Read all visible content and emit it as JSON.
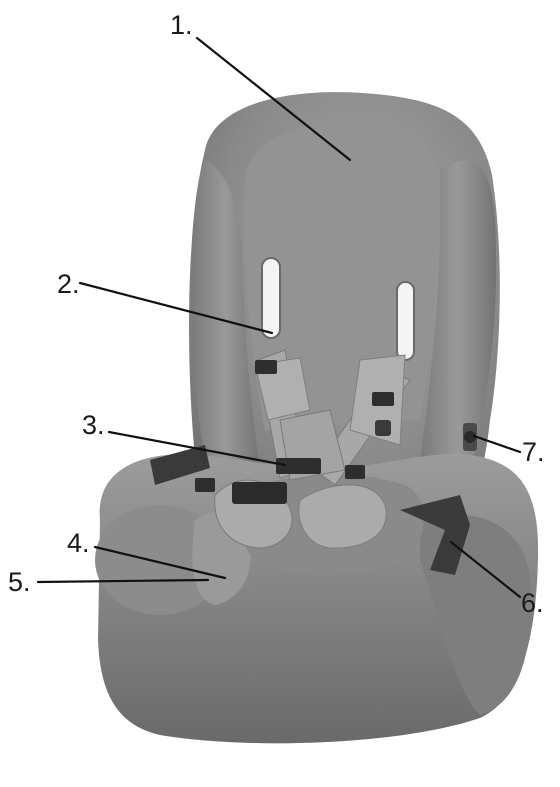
{
  "figure": {
    "subject": "seat-with-harness",
    "palette": {
      "shell": "#8e8e8e",
      "shell_dark": "#6f6f6f",
      "shell_light": "#b8b8b8",
      "harness": "#a9a9a9",
      "strap_dark": "#3a3a3a",
      "buckle": "#2e2e2e"
    },
    "callouts": [
      {
        "id": "c1",
        "label": "1."
      },
      {
        "id": "c2",
        "label": "2."
      },
      {
        "id": "c3",
        "label": "3."
      },
      {
        "id": "c4",
        "label": "4."
      },
      {
        "id": "c5",
        "label": "5."
      },
      {
        "id": "c6",
        "label": "6."
      },
      {
        "id": "c7",
        "label": "7."
      }
    ]
  }
}
